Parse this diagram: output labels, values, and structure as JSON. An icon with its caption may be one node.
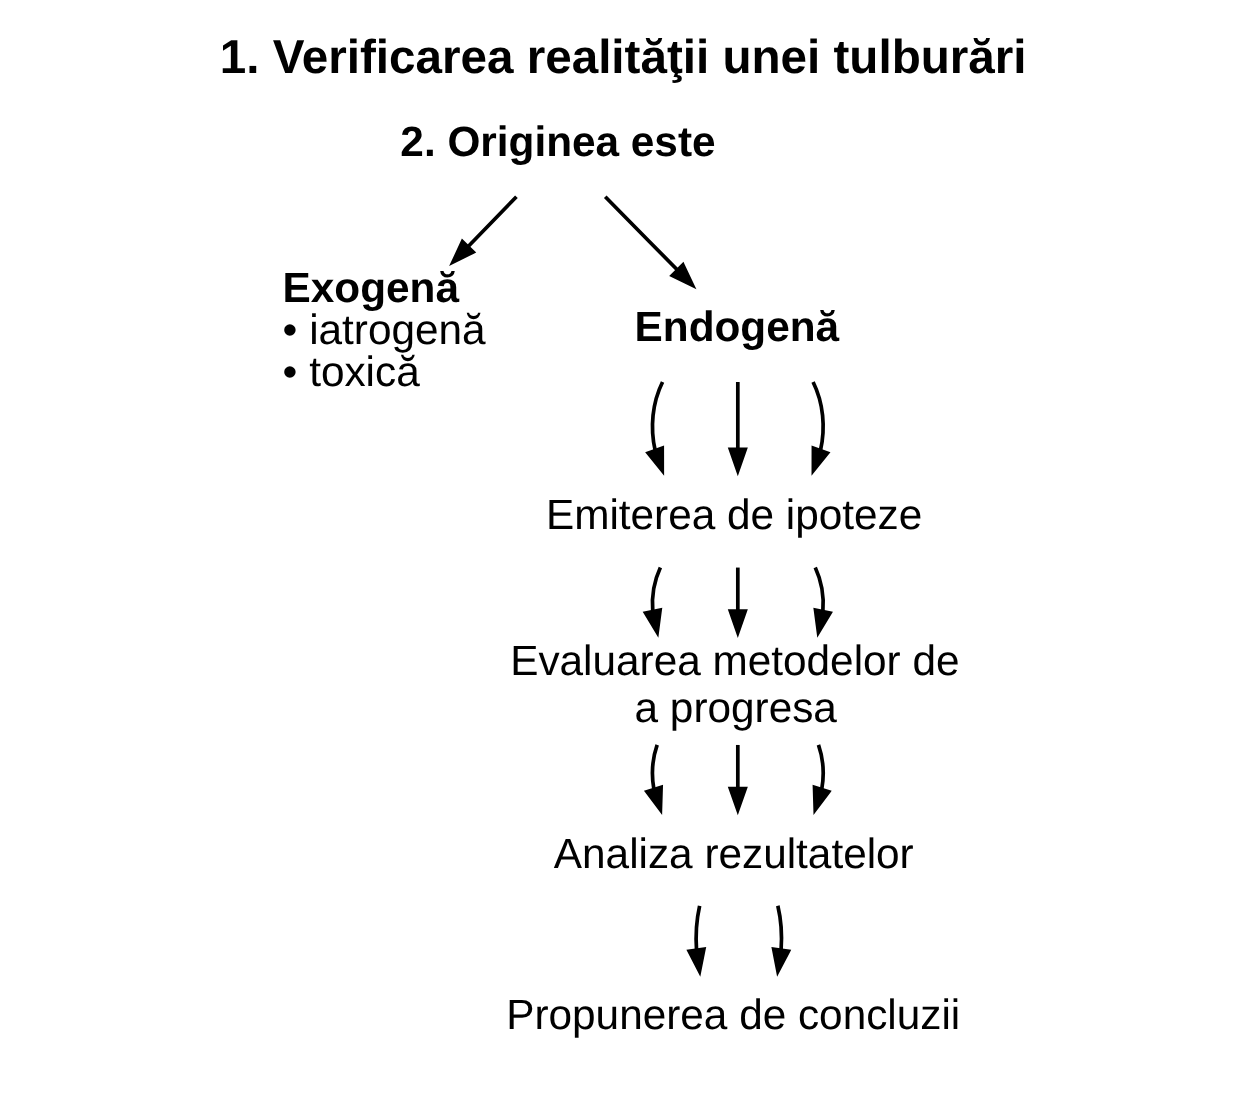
{
  "diagram": {
    "title": "1. Verificarea realităţii unei tulburări",
    "nodes": [
      {
        "text": [
          "2. Originea este"
        ]
      },
      {
        "text": [
          "Exogenă",
          "• iatrogenă",
          "• toxică"
        ]
      },
      {
        "text": [
          "Endogenă"
        ]
      },
      {
        "text": [
          "Emiterea de ipoteze"
        ]
      },
      {
        "text": [
          "Evaluarea metodelor de a progresa"
        ]
      },
      {
        "text": [
          "Analiza rezultatelor"
        ]
      },
      {
        "text": [
          "Propunerea de concluzii"
        ]
      }
    ],
    "edges": [
      {
        "from": 0,
        "to": 1,
        "arrow": "to"
      },
      {
        "from": 0,
        "to": 2,
        "arrow": "to"
      },
      {
        "from": 2,
        "to": 3,
        "arrow": "to"
      },
      {
        "from": 2,
        "to": 3,
        "arrow": "to"
      },
      {
        "from": 2,
        "to": 3,
        "arrow": "to"
      },
      {
        "from": 3,
        "to": 4,
        "arrow": "to"
      },
      {
        "from": 3,
        "to": 4,
        "arrow": "to"
      },
      {
        "from": 3,
        "to": 4,
        "arrow": "to"
      },
      {
        "from": 4,
        "to": 5,
        "arrow": "to"
      },
      {
        "from": 4,
        "to": 5,
        "arrow": "to"
      },
      {
        "from": 4,
        "to": 5,
        "arrow": "to"
      },
      {
        "from": 5,
        "to": 6,
        "arrow": "to"
      },
      {
        "from": 5,
        "to": 6,
        "arrow": "to"
      }
    ]
  }
}
